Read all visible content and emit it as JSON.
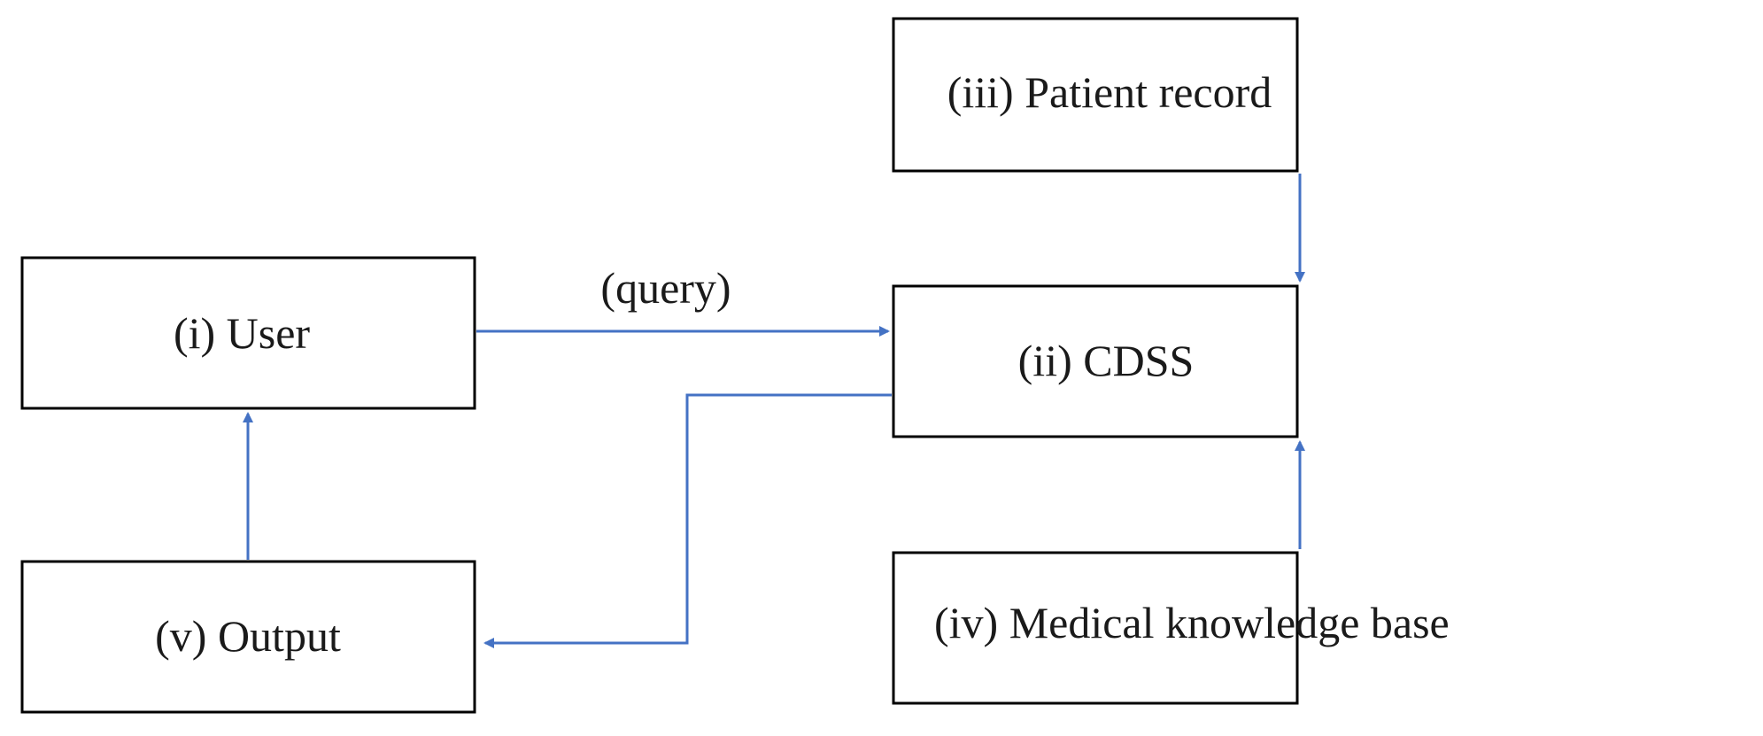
{
  "colors": {
    "arrow": "#4472c4",
    "box_border": "#000000",
    "text": "#1a1a1a"
  },
  "nodes": {
    "user": {
      "label": "(i) User"
    },
    "cdss": {
      "label": "(ii) CDSS"
    },
    "patient_record": {
      "label": "(iii) Patient record"
    },
    "knowledge_base": {
      "label": "(iv) Medical knowledge base"
    },
    "output": {
      "label": "(v) Output"
    }
  },
  "edges": [
    {
      "from": "user",
      "to": "cdss",
      "label": "(query)"
    },
    {
      "from": "patient_record",
      "to": "cdss"
    },
    {
      "from": "knowledge_base",
      "to": "cdss"
    },
    {
      "from": "cdss",
      "to": "output"
    },
    {
      "from": "output",
      "to": "user"
    }
  ]
}
